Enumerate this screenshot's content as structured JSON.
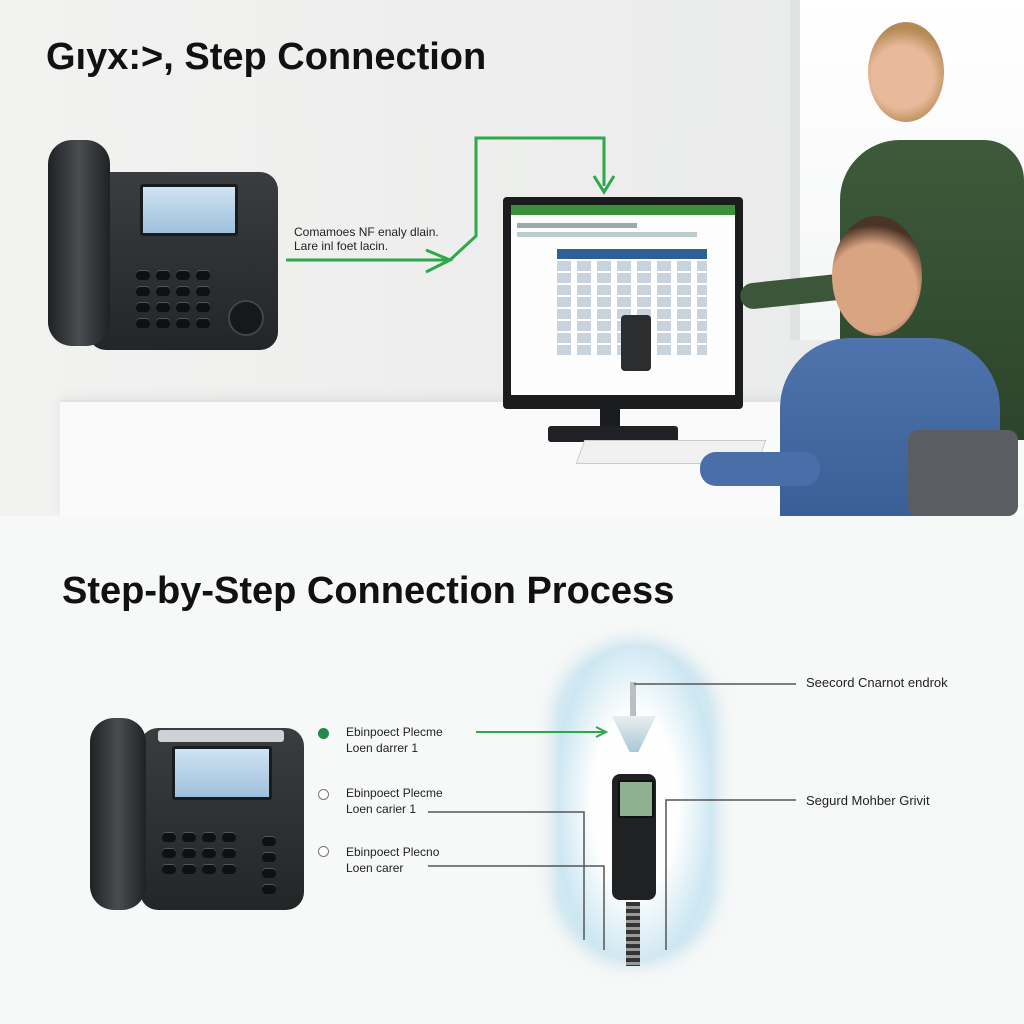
{
  "top_title": "Gıyx:>, Step Connection",
  "arrow_label": [
    "Comamoes NF enaly dlain.",
    "Lare inl foet lacin."
  ],
  "section_title": "Step-by-Step Connection Process",
  "steps": [
    {
      "line1": "Ebinpoect Plecme",
      "line2": "Loen darrer 1",
      "selected": true
    },
    {
      "line1": "Ebinpoect Plecme",
      "line2": "Loen carier 1",
      "selected": false
    },
    {
      "line1": "Ebinpoect Plecno",
      "line2": "Loen carer",
      "selected": false
    }
  ],
  "callouts": [
    "Seecord Cnarnot endrok",
    "Segurd Mohber Grivit"
  ],
  "colors": {
    "arrow": "#2ea84a",
    "accent_glow": "#9fd3ea"
  }
}
